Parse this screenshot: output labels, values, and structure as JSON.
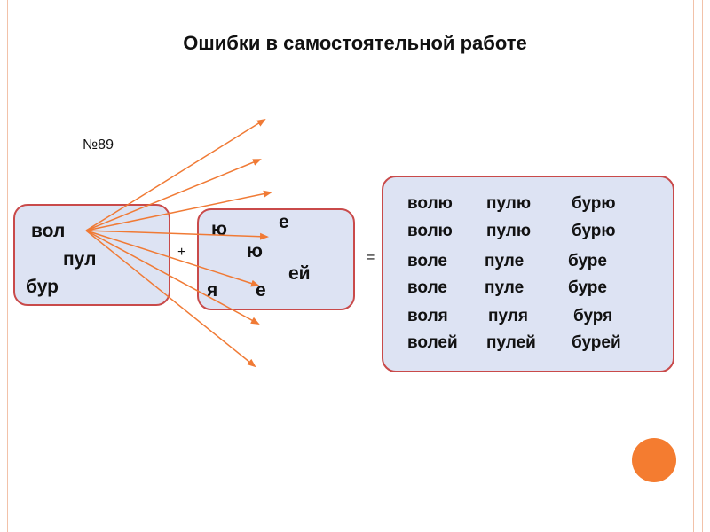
{
  "title": "Ошибки в самостоятельной работе",
  "exercise_number": "№89",
  "stems": [
    "вол",
    "пул",
    "бур"
  ],
  "endings": [
    "ю",
    "е",
    "ю",
    "ей",
    "я",
    "е"
  ],
  "plus_sign": "+",
  "equals_sign": "=",
  "results": [
    [
      "волю",
      "пулю",
      "бурю"
    ],
    [
      "волю",
      "пулю",
      "бурю"
    ],
    [
      "воле",
      "пуле",
      "буре"
    ],
    [
      "воле",
      "пуле",
      "буре"
    ],
    [
      "воля",
      "пуля",
      "буря"
    ],
    [
      "волей",
      "пулей",
      "бурей"
    ]
  ],
  "colors": {
    "arrow": "#f07a35",
    "box_fill": "#dde3f3",
    "box_border": "#c94a4a",
    "frame": "#f2c2a9",
    "accent_circle": "#f47c30"
  },
  "arrow_count": 7
}
